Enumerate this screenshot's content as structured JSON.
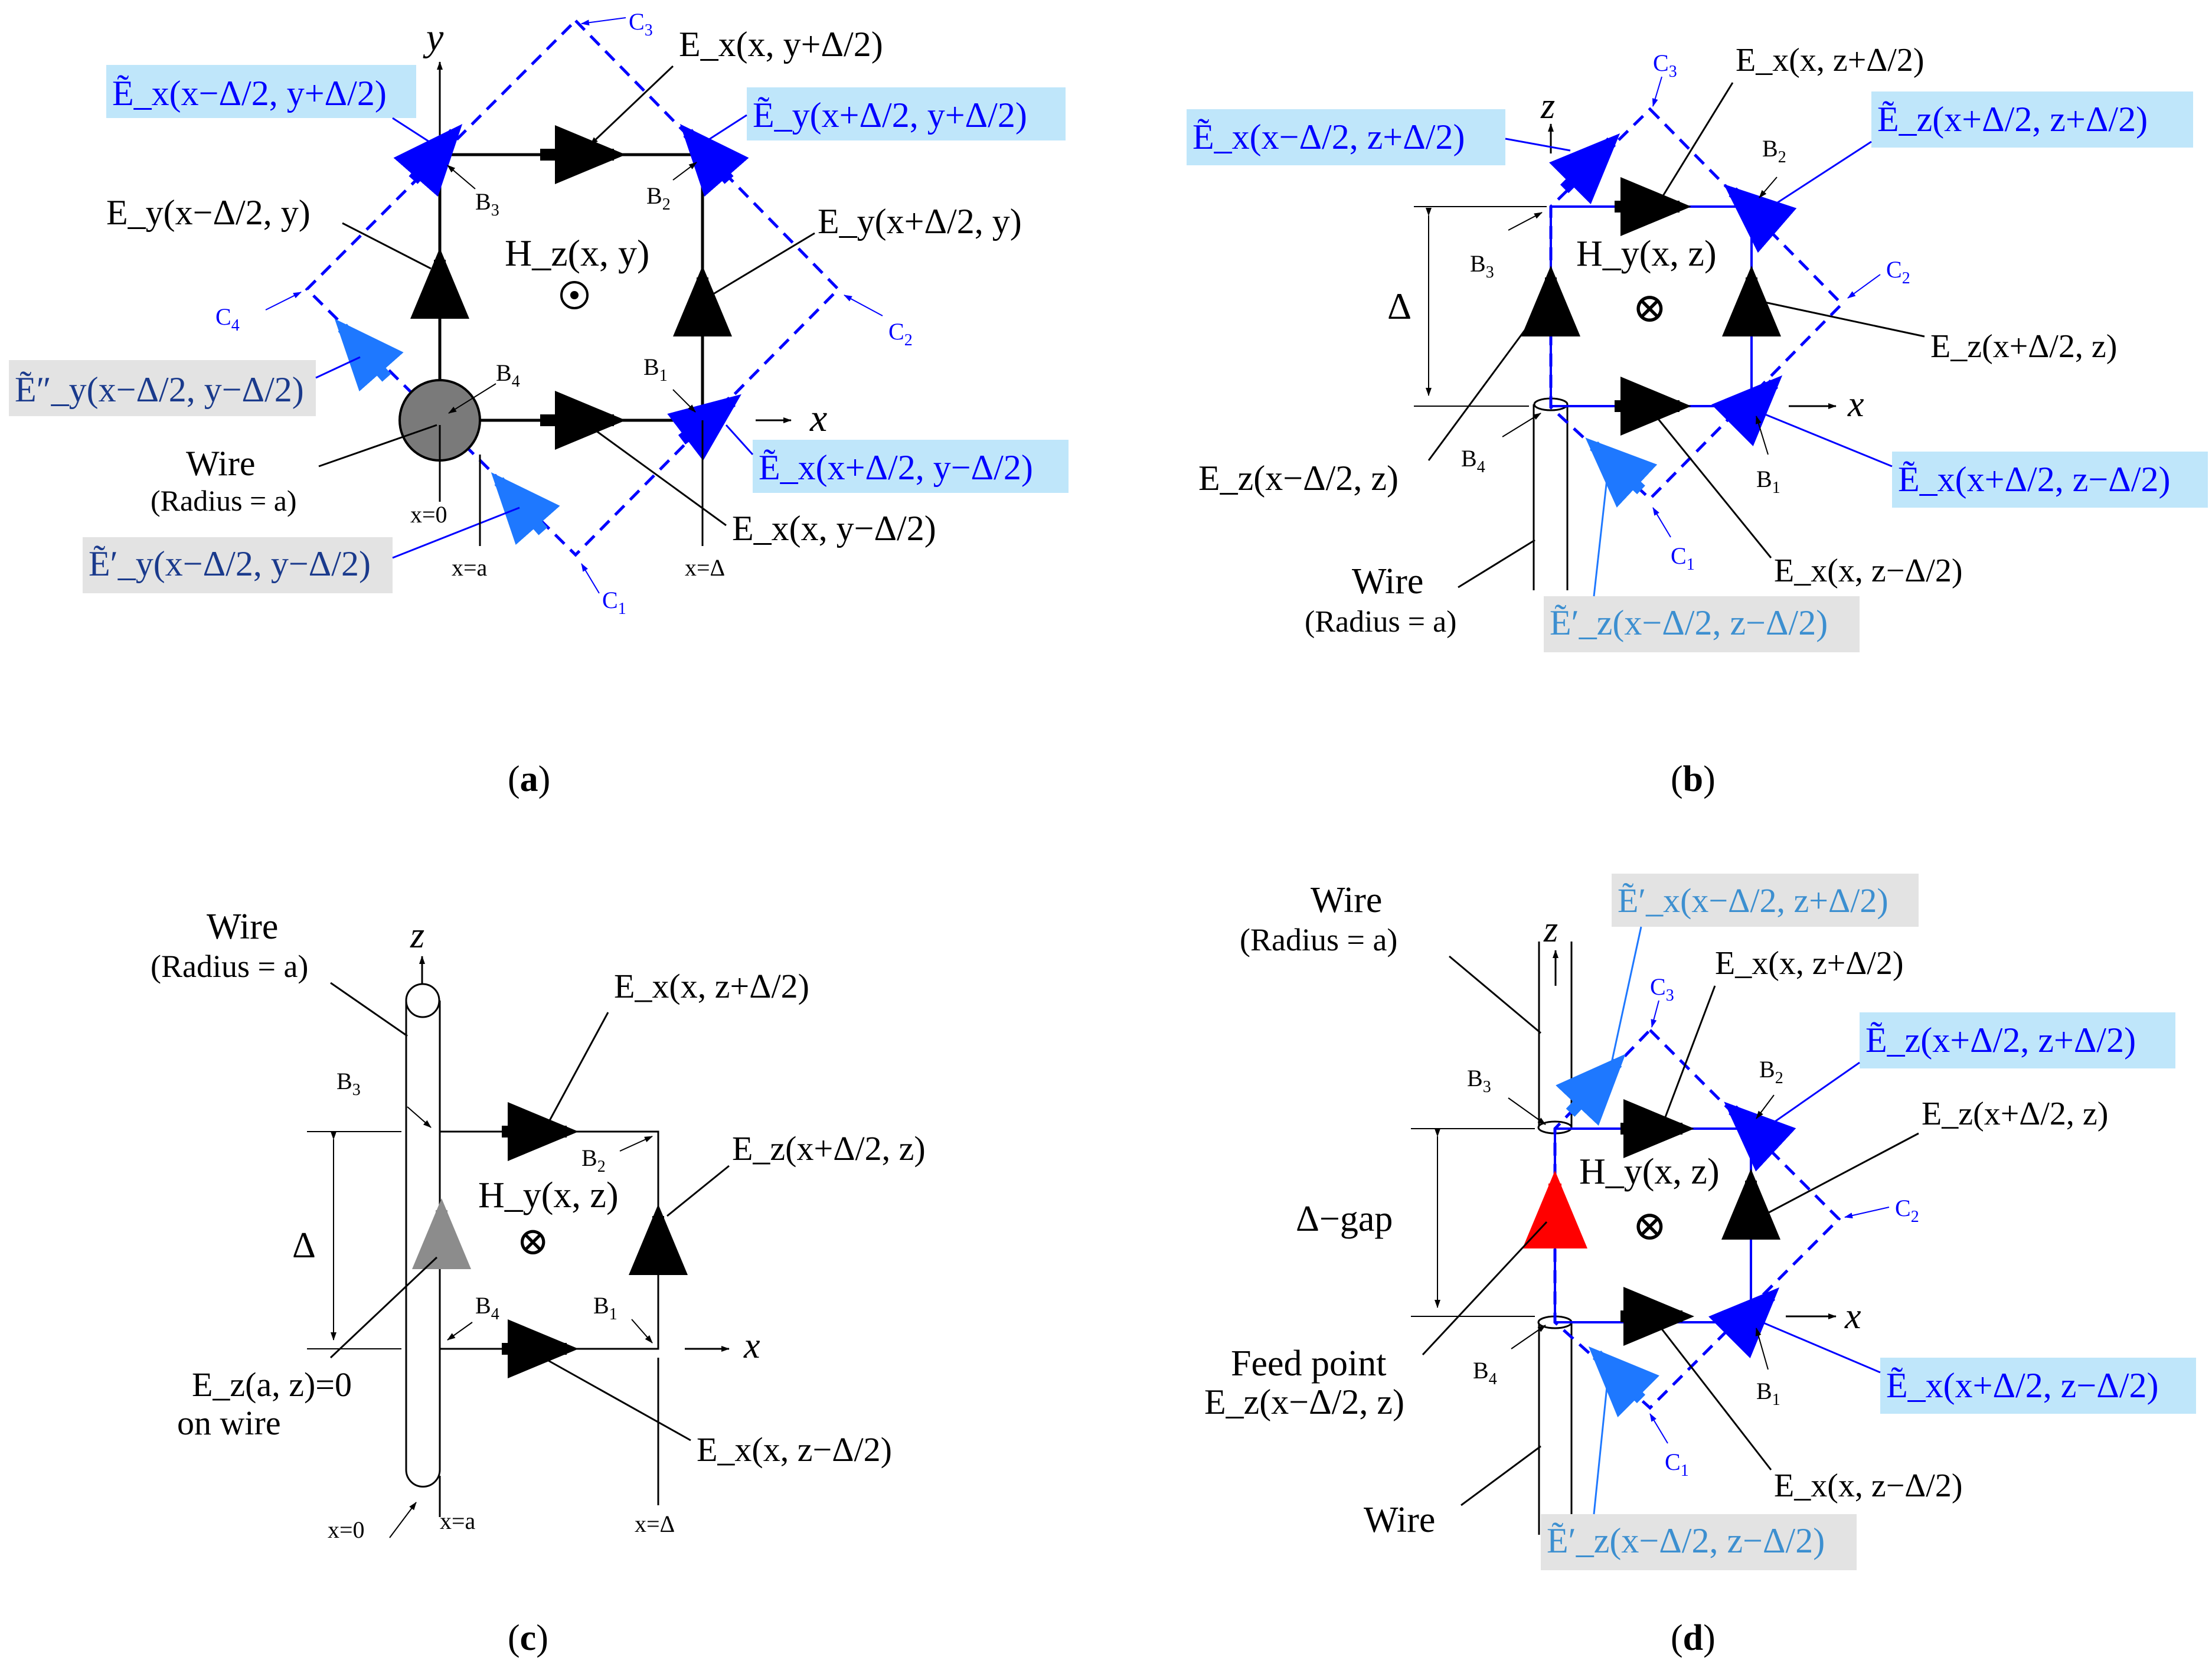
{
  "colors": {
    "black": "#000000",
    "blue": "#0000ff",
    "light_blue": "#1e78ff",
    "highlight": "#bfe6fa",
    "gray_box": "#e3e3e3",
    "red": "#ff0000",
    "gray_arrow": "#8c8c8c",
    "wire_gray": "#7a7a7a"
  },
  "panels": {
    "a": {
      "caption": "(a)",
      "axis_x": "x",
      "axis_y": "y",
      "center": "H_z(x, y)",
      "E_top": "E_x(x, y+Δ/2)",
      "E_left": "E_y(x−Δ/2, y)",
      "E_right": "E_y(x+Δ/2, y)",
      "E_bottom": "E_x(x, y−Δ/2)",
      "Et_tl": "Ẽ_x(x−Δ/2, y+Δ/2)",
      "Et_tr": "Ẽ_y(x+Δ/2, y+Δ/2)",
      "Et_br": "Ẽ_x(x+Δ/2, y−Δ/2)",
      "Et_ll": "Ẽ″_y(x−Δ/2, y−Δ/2)",
      "Et_bl": "Ẽ′_y(x−Δ/2, y−Δ/2)",
      "wire": "Wire",
      "wire_radius": "(Radius = a)",
      "x0": "x=0",
      "xa": "x=a",
      "xd": "x=Δ",
      "B1": "B1",
      "B2": "B2",
      "B3": "B3",
      "B4": "B4",
      "C1": "C1",
      "C2": "C2",
      "C3": "C3",
      "C4": "C4"
    },
    "b": {
      "caption": "(b)",
      "axis_x": "x",
      "axis_z": "z",
      "center": "H_y(x, z)",
      "delta": "Δ",
      "E_top": "E_x(x, z+Δ/2)",
      "E_right": "E_z(x+Δ/2, z)",
      "E_left": "E_z(x−Δ/2, z)",
      "E_bottom": "E_x(x, z−Δ/2)",
      "Et_tl": "Ẽ_x(x−Δ/2, z+Δ/2)",
      "Et_tr": "Ẽ_z(x+Δ/2, z+Δ/2)",
      "Et_br": "Ẽ_x(x+Δ/2, z−Δ/2)",
      "Et_bl": "Ẽ′_z(x−Δ/2, z−Δ/2)",
      "wire": "Wire",
      "wire_radius": "(Radius = a)",
      "B1": "B1",
      "B2": "B2",
      "B3": "B3",
      "B4": "B4",
      "C1": "C1",
      "C2": "C2",
      "C3": "C3"
    },
    "c": {
      "caption": "(c)",
      "axis_x": "x",
      "axis_z": "z",
      "center": "H_y(x, z)",
      "delta": "Δ",
      "E_top": "E_x(x, z+Δ/2)",
      "E_right": "E_z(x+Δ/2, z)",
      "E_bottom": "E_x(x, z−Δ/2)",
      "E_wire_1": "E_z(a, z)=0",
      "E_wire_2": "on wire",
      "wire": "Wire",
      "wire_radius": "(Radius = a)",
      "x0": "x=0",
      "xa": "x=a",
      "xd": "x=Δ",
      "B1": "B1",
      "B2": "B2",
      "B3": "B3",
      "B4": "B4"
    },
    "d": {
      "caption": "(d)",
      "axis_x": "x",
      "axis_z": "z",
      "center": "H_y(x, z)",
      "gap": "Δ−gap",
      "E_top": "E_x(x, z+Δ/2)",
      "E_right": "E_z(x+Δ/2, z)",
      "E_bottom": "E_x(x, z−Δ/2)",
      "feed_1": "Feed point",
      "feed_2": "E_z(x−Δ/2, z)",
      "Et_tl": "Ẽ′_x(x−Δ/2, z+Δ/2)",
      "Et_tr": "Ẽ_z(x+Δ/2, z+Δ/2)",
      "Et_br": "Ẽ_x(x+Δ/2, z−Δ/2)",
      "Et_bl": "Ẽ′_z(x−Δ/2, z−Δ/2)",
      "wire_top": "Wire",
      "wire_radius": "(Radius = a)",
      "wire_bottom": "Wire",
      "B1": "B1",
      "B2": "B2",
      "B3": "B3",
      "B4": "B4",
      "C1": "C1",
      "C2": "C2",
      "C3": "C3"
    }
  }
}
